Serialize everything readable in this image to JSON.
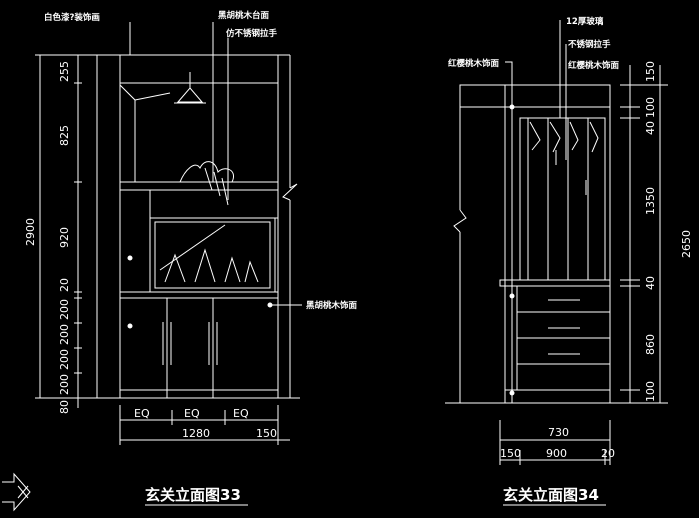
{
  "drawing_a": {
    "title": "玄关立面图33",
    "notes": [
      "白色漆?装饰画",
      "黑胡桃木台面",
      "仿不锈钢拉手",
      "黑胡桃木饰面"
    ],
    "dims_vertical": [
      "255",
      "825",
      "920",
      "20",
      "200",
      "200",
      "200",
      "200",
      "80"
    ],
    "dim_total": "2900",
    "dims_bottom": [
      "EQ",
      "EQ",
      "EQ"
    ],
    "dim_width": "1280",
    "dim_side": "150"
  },
  "drawing_b": {
    "title": "玄关立面图34",
    "notes": [
      "12厚玻璃",
      "不锈钢拉手",
      "红樱桃木饰面",
      "红樱桃木饰面"
    ],
    "dims_right": [
      "150",
      "100",
      "40",
      "1350",
      "40",
      "860",
      "100"
    ],
    "dim_total": "2650",
    "dim_width": "730",
    "dims_bottom": [
      "150",
      "900",
      "20"
    ]
  },
  "colors": {
    "background": "#000000",
    "line": "#ffffff"
  }
}
